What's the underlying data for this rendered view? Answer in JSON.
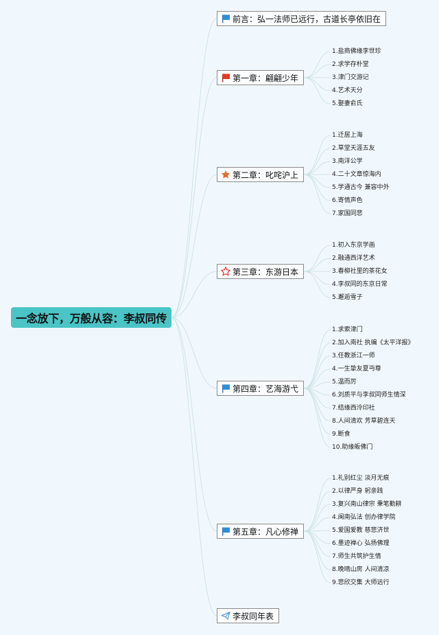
{
  "root": {
    "label": "一念放下，万般从容：李叔同传"
  },
  "chapters": [
    {
      "label": "前言：弘一法师已远行，古道长亭依旧在",
      "icon": "blue-flag-icon",
      "items": []
    },
    {
      "label": "第一章：翩翩少年",
      "icon": "red-flag-icon",
      "items": [
        "1.盐商佛缘李世珍",
        "2.求学存朴堂",
        "3.津门交游记",
        "4.艺术天分",
        "5.娶妻俞氏"
      ]
    },
    {
      "label": "第二章：叱咤沪上",
      "icon": "orange-star-icon",
      "items": [
        "1.迁居上海",
        "2.草堂天涯五友",
        "3.南洋公学",
        "4.二十文章惊海内",
        "5.学通古今 兼容中外",
        "6.寄情声色",
        "7.家国同悲"
      ]
    },
    {
      "label": "第三章：东游日本",
      "icon": "red-outline-star-icon",
      "items": [
        "1.初入东京学画",
        "2.融通西洋艺术",
        "3.春柳社里的茶花女",
        "4.李叔同的东京日常",
        "5.邂逅雪子"
      ]
    },
    {
      "label": "第四章：艺海游弋",
      "icon": "blue-flag-icon",
      "items": [
        "1.求索津门",
        "2.加入南社 执编《太平洋报》",
        "3.任教浙江一师",
        "4.一生挚友夏丏尊",
        "5.温而厉",
        "6.刘质平与李叔同师生情深",
        "7.结缘西泠印社",
        "8.人间清欢 芳草碧连天",
        "9.断食",
        "10.助缘皈佛门"
      ]
    },
    {
      "label": "第五章：凡心修禅",
      "icon": "blue-flag-icon",
      "items": [
        "1.礼别红尘 淡月无痕",
        "2.以律严身 躬亲践",
        "3.复兴南山律宗 秉笔勤耕",
        "4.闽南弘法 创办律学院",
        "5.爱国爱教 慈悲济世",
        "6.墨迹禅心 弘扬佛理",
        "7.师生共筑护生情",
        "8.晚晴山房 人间清凉",
        "9.悲欣交集 大师远行"
      ]
    },
    {
      "label": "李叔同年表",
      "icon": "paper-plane-icon",
      "items": []
    }
  ],
  "colors": {
    "root_fill": "#4bc4c6",
    "background": "#f1f8fd",
    "line": "#cfe3e6"
  }
}
